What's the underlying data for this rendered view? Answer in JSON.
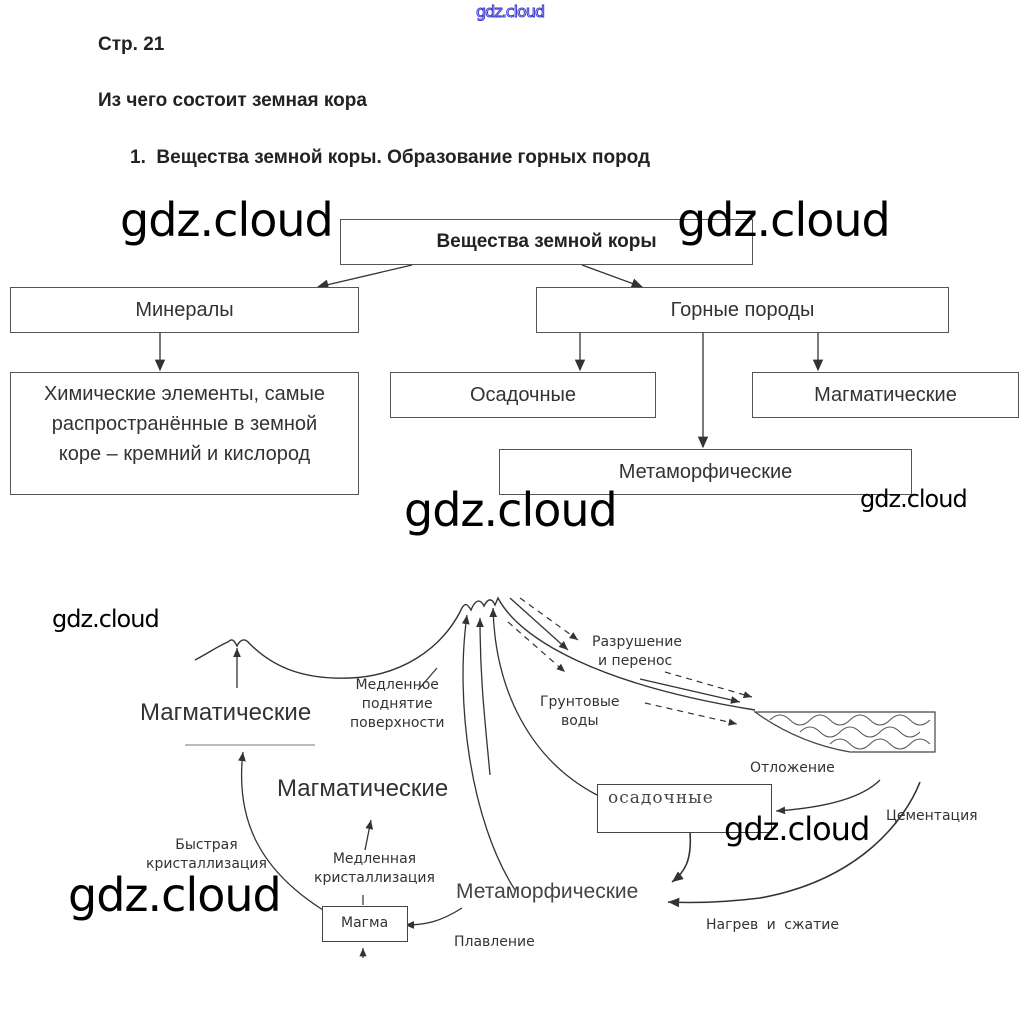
{
  "watermark": "gdz.cloud",
  "header": {
    "page_number": "Стр. 21",
    "section_title": "Из чего состоит земная кора",
    "task_number": "1.",
    "task_title": "Вещества земной коры. Образование горных пород"
  },
  "tree": {
    "root": "Вещества земной коры",
    "minerals": "Минералы",
    "minerals_desc": "Химические элементы, самые распространённые в земной коре – кремний и кислород",
    "rocks": "Горные породы",
    "sedimentary": "Осадочные",
    "magmatic": "Магматические",
    "metamorphic": "Метаморфические"
  },
  "cycle": {
    "magmatic_top": "Магматические",
    "slow_uplift": [
      "Медленное",
      "поднятие",
      "поверхности"
    ],
    "destruction": [
      "Разрушение",
      "и перенос"
    ],
    "groundwater": [
      "Грунтовые",
      "воды"
    ],
    "magmatic_mid": "Магматические",
    "deposition": "Отложение",
    "sedimentary": "осадочные",
    "cementation": "Цементация",
    "fast_cryst": [
      "Быстрая",
      "кристаллизация"
    ],
    "slow_cryst": [
      "Медленная",
      "кристаллизация"
    ],
    "metamorphic": "Метаморфические",
    "heat_pressure": "Нагрев и сжатие",
    "magma": "Магма",
    "melting": "Плавление"
  }
}
